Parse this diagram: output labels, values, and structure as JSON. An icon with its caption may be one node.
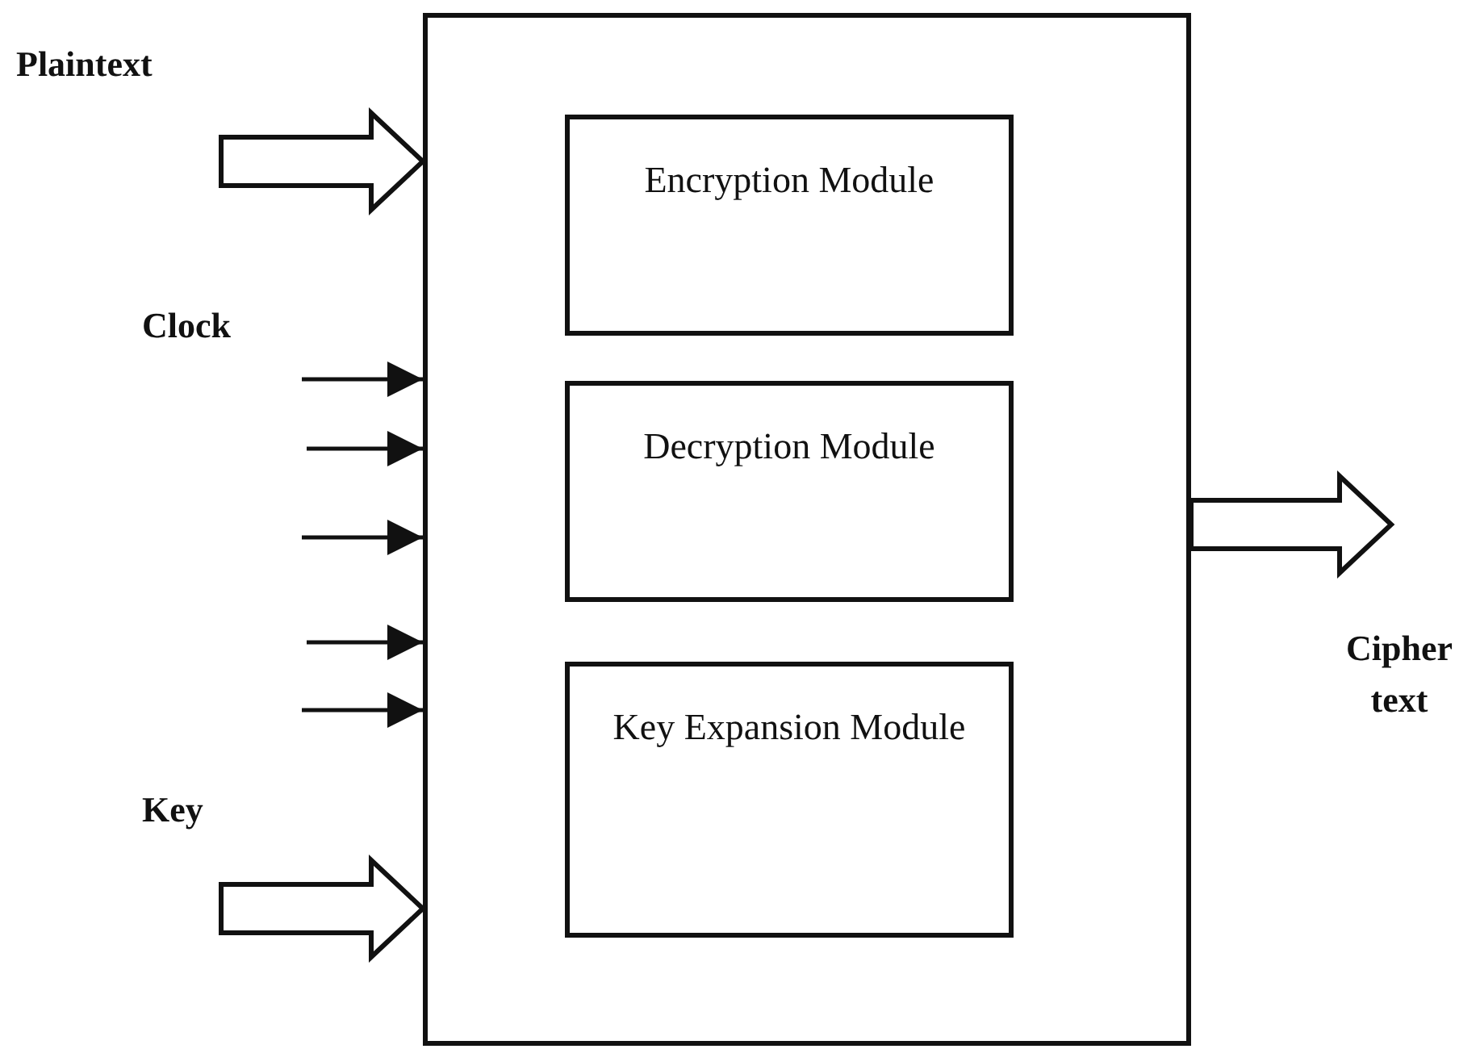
{
  "diagram": {
    "nodes": [
      {
        "text": [
          "Plaintext"
        ]
      },
      {
        "text": [],
        "shape": "box"
      },
      {
        "text": [
          "Encryption Module"
        ],
        "in": 1
      },
      {
        "text": [
          "Decryption Module"
        ],
        "in": 1
      },
      {
        "text": [
          "Key Expansion Module"
        ],
        "in": 1
      },
      {
        "text": [
          "Clock"
        ]
      },
      {
        "text": [
          "Key"
        ]
      },
      {
        "text": [
          "Cipher text"
        ]
      }
    ],
    "edges": [
      {
        "from": 0,
        "to": 1,
        "arrow": "to",
        "style": "thick"
      },
      {
        "from": 5,
        "to": 1,
        "arrow": "to"
      },
      {
        "from": null,
        "to": 1,
        "arrow": "to"
      },
      {
        "from": null,
        "to": 1,
        "arrow": "to"
      },
      {
        "from": null,
        "to": 1,
        "arrow": "to"
      },
      {
        "from": null,
        "to": 1,
        "arrow": "to"
      },
      {
        "from": 6,
        "to": 1,
        "arrow": "to",
        "style": "thick"
      },
      {
        "from": 1,
        "to": 7,
        "arrow": "to",
        "style": "thick"
      }
    ]
  }
}
